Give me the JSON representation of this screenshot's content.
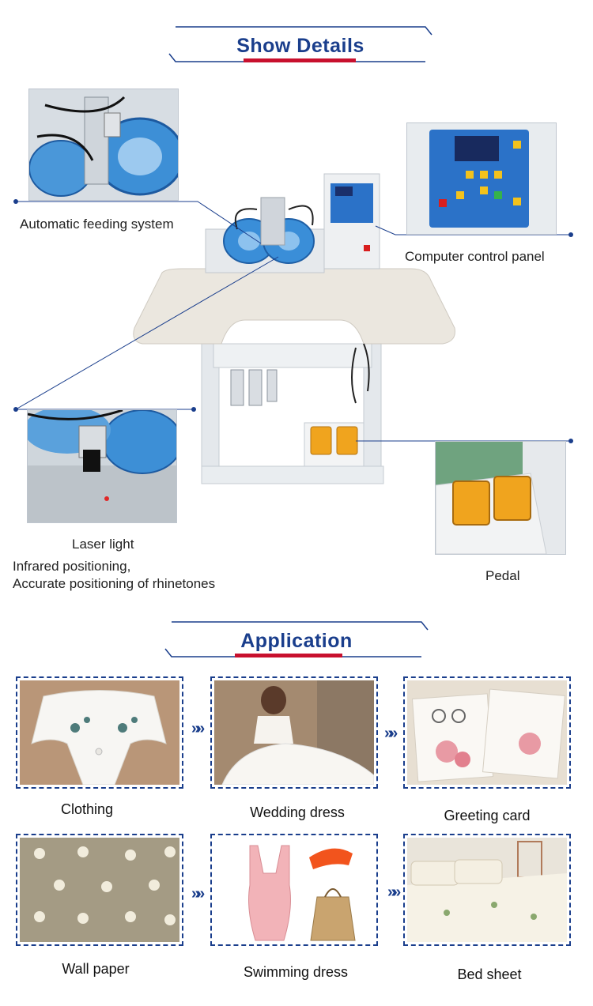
{
  "sections": {
    "details_title": "Show Details",
    "application_title": "Application"
  },
  "colors": {
    "brand_blue": "#1a3e8c",
    "accent_red": "#c8102e",
    "pedal_yellow": "#f0a41e",
    "panel_blue": "#2b72c8"
  },
  "details": {
    "feeding": "Automatic feeding system",
    "control_panel": "Computer control panel",
    "laser": "Laser light",
    "infrared_line1": "Infrared positioning,",
    "infrared_line2": "Accurate positioning of rhinetones",
    "pedal": "Pedal"
  },
  "applications": [
    {
      "label": "Clothing"
    },
    {
      "label": "Wedding dress"
    },
    {
      "label": "Greeting card"
    },
    {
      "label": "Wall paper"
    },
    {
      "label": "Swimming dress"
    },
    {
      "label": "Bed sheet"
    }
  ],
  "arrow_glyph": "»»"
}
